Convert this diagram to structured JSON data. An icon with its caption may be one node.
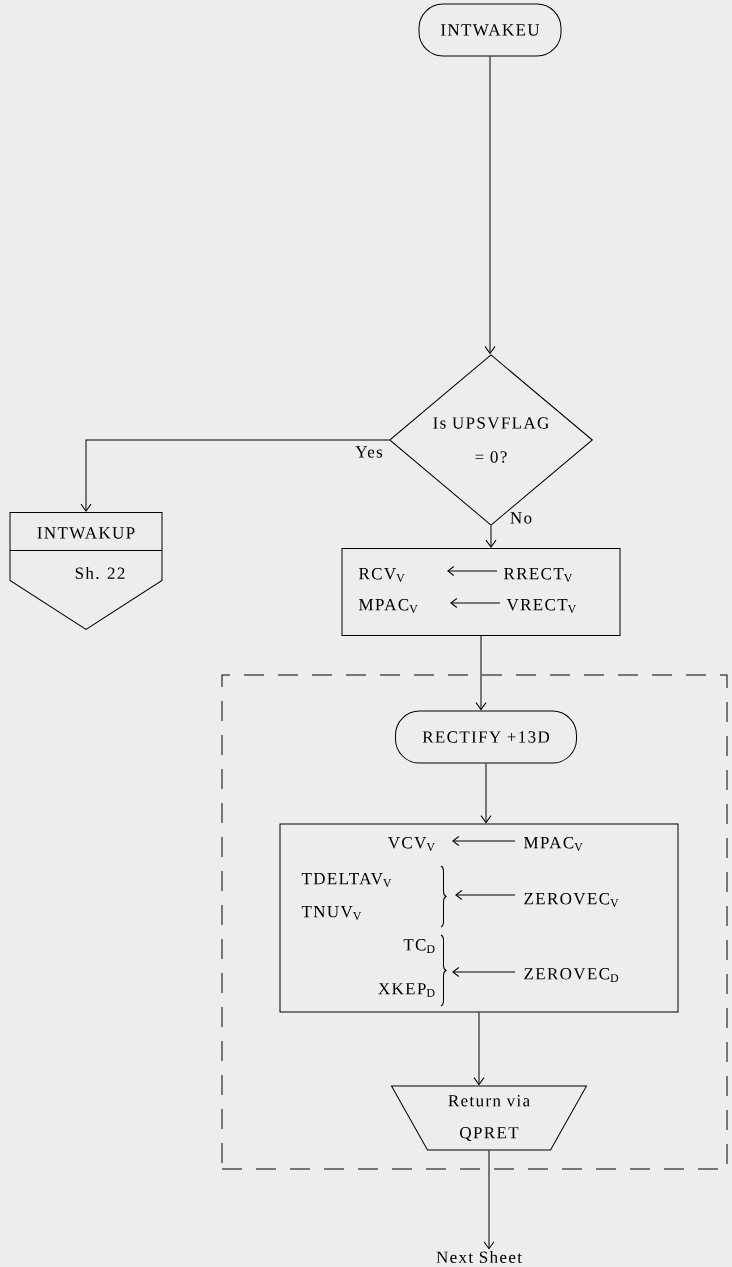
{
  "diagram": {
    "nodes": [
      {
        "text": [
          "INTWAKEU"
        ]
      },
      {
        "text": [
          "Is UPSVFLAG = 0?"
        ]
      },
      {
        "text": [
          "INTWAKUP",
          "Sh. 22"
        ]
      },
      {
        "text": [
          "RCV$_{V}$",
          "RRECT$_{V}$",
          "MPAC$_{V}$",
          "VRECT$_{V}$"
        ]
      },
      {
        "text": [],
        "shape": "box"
      },
      {
        "text": [
          "RECTIFY +13D"
        ],
        "in": 4
      },
      {
        "text": [
          "VCV$_{V}$",
          "MPAC$_{V}$",
          "TDELTAV$_{V}$",
          "TNUV$_{V}$",
          "ZEROVEC$_{V}$",
          "TC$_{D}$",
          "XKEP$_{D}$",
          "ZEROVEC$_{D}$"
        ],
        "in": 4
      },
      {
        "text": [
          "Return via QPRET"
        ],
        "in": 4
      },
      {
        "text": [
          "Next Sheet"
        ]
      }
    ],
    "edges": [
      {
        "from": 0,
        "to": 1,
        "arrow": "to"
      },
      {
        "from": 1,
        "to": 2,
        "arrow": "to",
        "label": "Yes"
      },
      {
        "from": 1,
        "to": 3,
        "arrow": "to",
        "label": "No"
      },
      {
        "from": 3,
        "to": 5,
        "arrow": "to"
      },
      {
        "from": 5,
        "to": 6,
        "arrow": "to"
      },
      {
        "from": 6,
        "to": 7,
        "arrow": "to"
      },
      {
        "from": 7,
        "to": 8,
        "arrow": "to"
      }
    ]
  }
}
